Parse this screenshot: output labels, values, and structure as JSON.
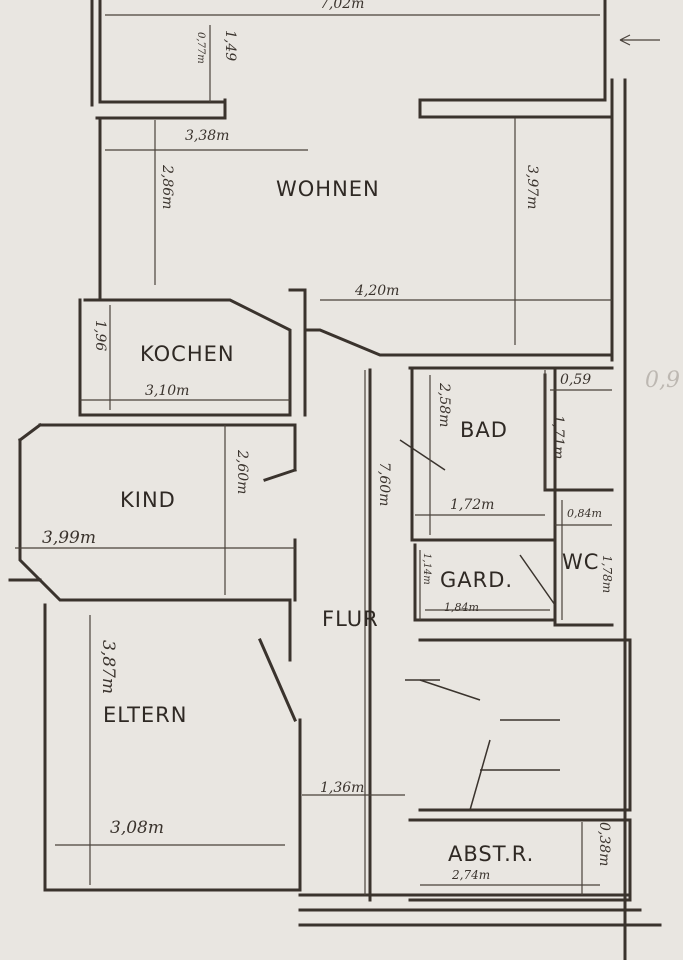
{
  "rooms": {
    "wohnen": "WOHNEN",
    "kochen": "KOCHEN",
    "kind": "KIND",
    "bad": "BAD",
    "wc": "WC",
    "gard": "GARD.",
    "flur": "FLUR",
    "eltern": "ELTERN",
    "abstr": "ABST.R."
  },
  "dimensions": {
    "top_width": "7,02m",
    "top_depth": "1,49",
    "top_depth_alt": "0,77m",
    "wohnen_width": "3,38m",
    "wohnen_depth_left": "2,86m",
    "wohnen_depth_right": "3,97m",
    "wohnen_width_lower": "4,20m",
    "kochen_depth": "1,96",
    "kochen_width": "3,10m",
    "kind_depth": "2,60m",
    "kind_width": "3,99m",
    "bad_depth": "2,58m",
    "bad_side_depth": "1,71m",
    "bad_side_width": "0,59",
    "bad_width": "1,72m",
    "wc_width": "0,84m",
    "wc_depth": "1,78m",
    "gard_depth": "1,14m",
    "gard_width": "1,84m",
    "flur_length": "7,60m",
    "eltern_depth": "3,87m",
    "eltern_width": "3,08m",
    "flur_width": "1,36m",
    "abstr_width": "2,74m",
    "abstr_depth": "0,38m",
    "outside_note": "0,9"
  }
}
